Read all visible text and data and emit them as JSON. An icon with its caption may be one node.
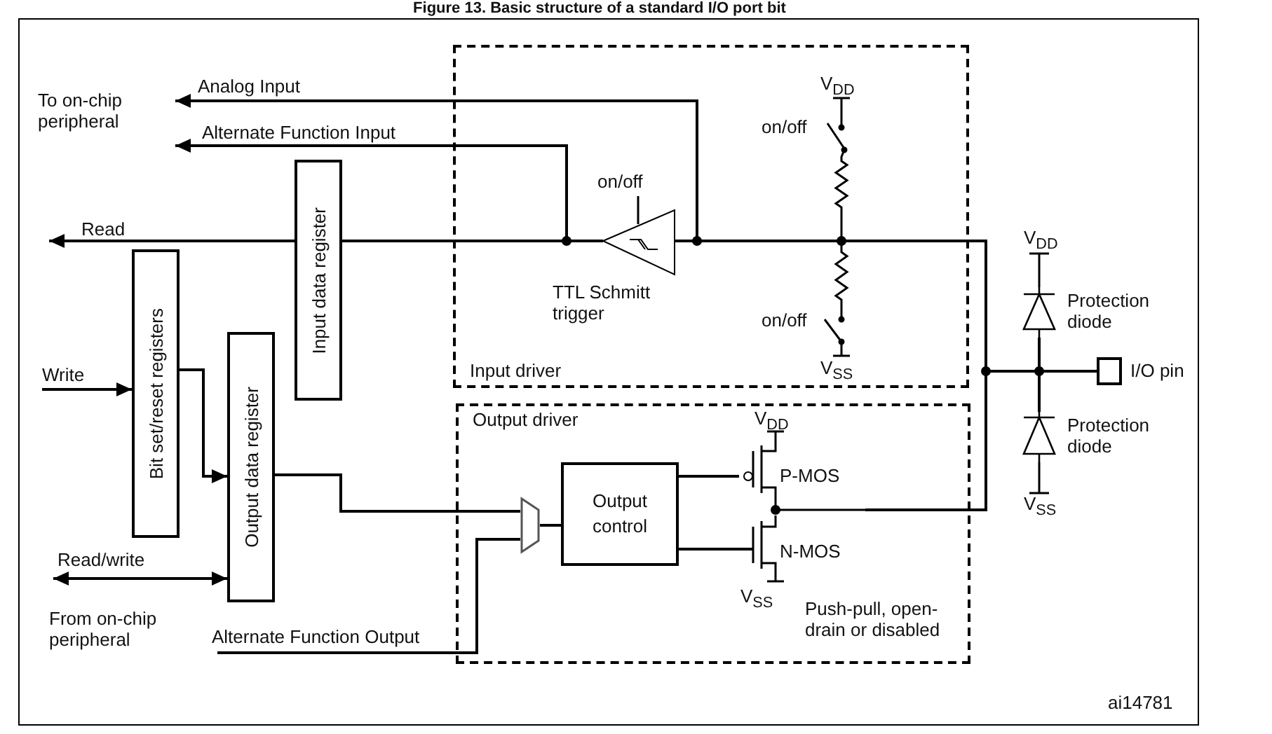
{
  "diagram": {
    "title": "Figure 13. Basic structure of a standard I/O port bit",
    "nodes": [
      {
        "text": [
          "Input driver"
        ]
      },
      {
        "text": [
          "Output driver"
        ]
      },
      {
        "text": [
          "Input data register"
        ]
      },
      {
        "text": [
          "Bit set/reset registers"
        ]
      },
      {
        "text": [
          "Output data register"
        ]
      },
      {
        "text": [
          "TTL Schmitt trigger"
        ],
        "in": 0,
        "beside": [
          "on/off"
        ]
      },
      {
        "text": [
          "Output control"
        ],
        "in": 1
      },
      {
        "text": [],
        "shape": "trapezoid",
        "in": 1
      },
      {
        "text": [
          "P-MOS"
        ],
        "in": 1,
        "beside": [
          "V$_{DD}$"
        ]
      },
      {
        "text": [
          "N-MOS"
        ],
        "in": 1,
        "beside": [
          "V$_{SS}$"
        ]
      },
      {
        "text": [
          "I/O pin"
        ]
      },
      {
        "text": [
          "Protection diode"
        ]
      },
      {
        "text": [
          "Protection diode"
        ]
      }
    ],
    "edges": [
      {
        "from": 10,
        "to": null,
        "arrow": "to",
        "label": "Analog Input"
      },
      {
        "from": 5,
        "to": null,
        "arrow": "to",
        "label": "Alternate Function Input"
      },
      {
        "from": 5,
        "to": 2,
        "arrow": "none"
      },
      {
        "from": 2,
        "to": null,
        "arrow": "to",
        "label": "Read"
      },
      {
        "from": null,
        "to": 3,
        "arrow": "to",
        "label": "Write"
      },
      {
        "from": 3,
        "to": 4,
        "arrow": "to"
      },
      {
        "from": null,
        "to": 4,
        "arrow": "both",
        "label": "Read/write"
      },
      {
        "from": 4,
        "to": 7,
        "arrow": "none"
      },
      {
        "from": null,
        "to": 7,
        "arrow": "none",
        "label": "Alternate Function Output"
      },
      {
        "from": 7,
        "to": 6,
        "arrow": "none"
      },
      {
        "from": 6,
        "to": 8,
        "arrow": "none"
      },
      {
        "from": 6,
        "to": 9,
        "arrow": "none"
      },
      {
        "from": 8,
        "to": 10,
        "arrow": "none"
      },
      {
        "from": 10,
        "to": 5,
        "arrow": "none"
      },
      {
        "from": 11,
        "to": 10,
        "arrow": "none"
      },
      {
        "from": 12,
        "to": 10,
        "arrow": "none"
      }
    ],
    "labels": [
      "V$_{DD}$",
      "To on-chip peripheral",
      "on/off",
      "on/off",
      "V$_{SS}$",
      "V$_{DD}$",
      "V$_{SS}$",
      "From on-chip peripheral",
      "Push-pull, open-drain or disabled",
      "ai14781"
    ]
  }
}
